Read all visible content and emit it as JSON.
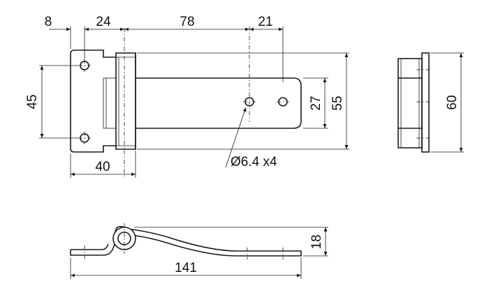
{
  "dimensions": {
    "edge_offset": "8",
    "hole_pitch_x": "24",
    "hole_span": "78",
    "end_hole_offset": "21",
    "hole_pitch_y": "45",
    "leaf_height": "27",
    "overall_height": "55",
    "plate_width": "40",
    "side_height": "60",
    "hole_spec": "Ø6.4 x4",
    "thickness": "18",
    "overall_length": "141"
  },
  "colors": {
    "line": "#1a1a1a",
    "background": "#ffffff"
  }
}
